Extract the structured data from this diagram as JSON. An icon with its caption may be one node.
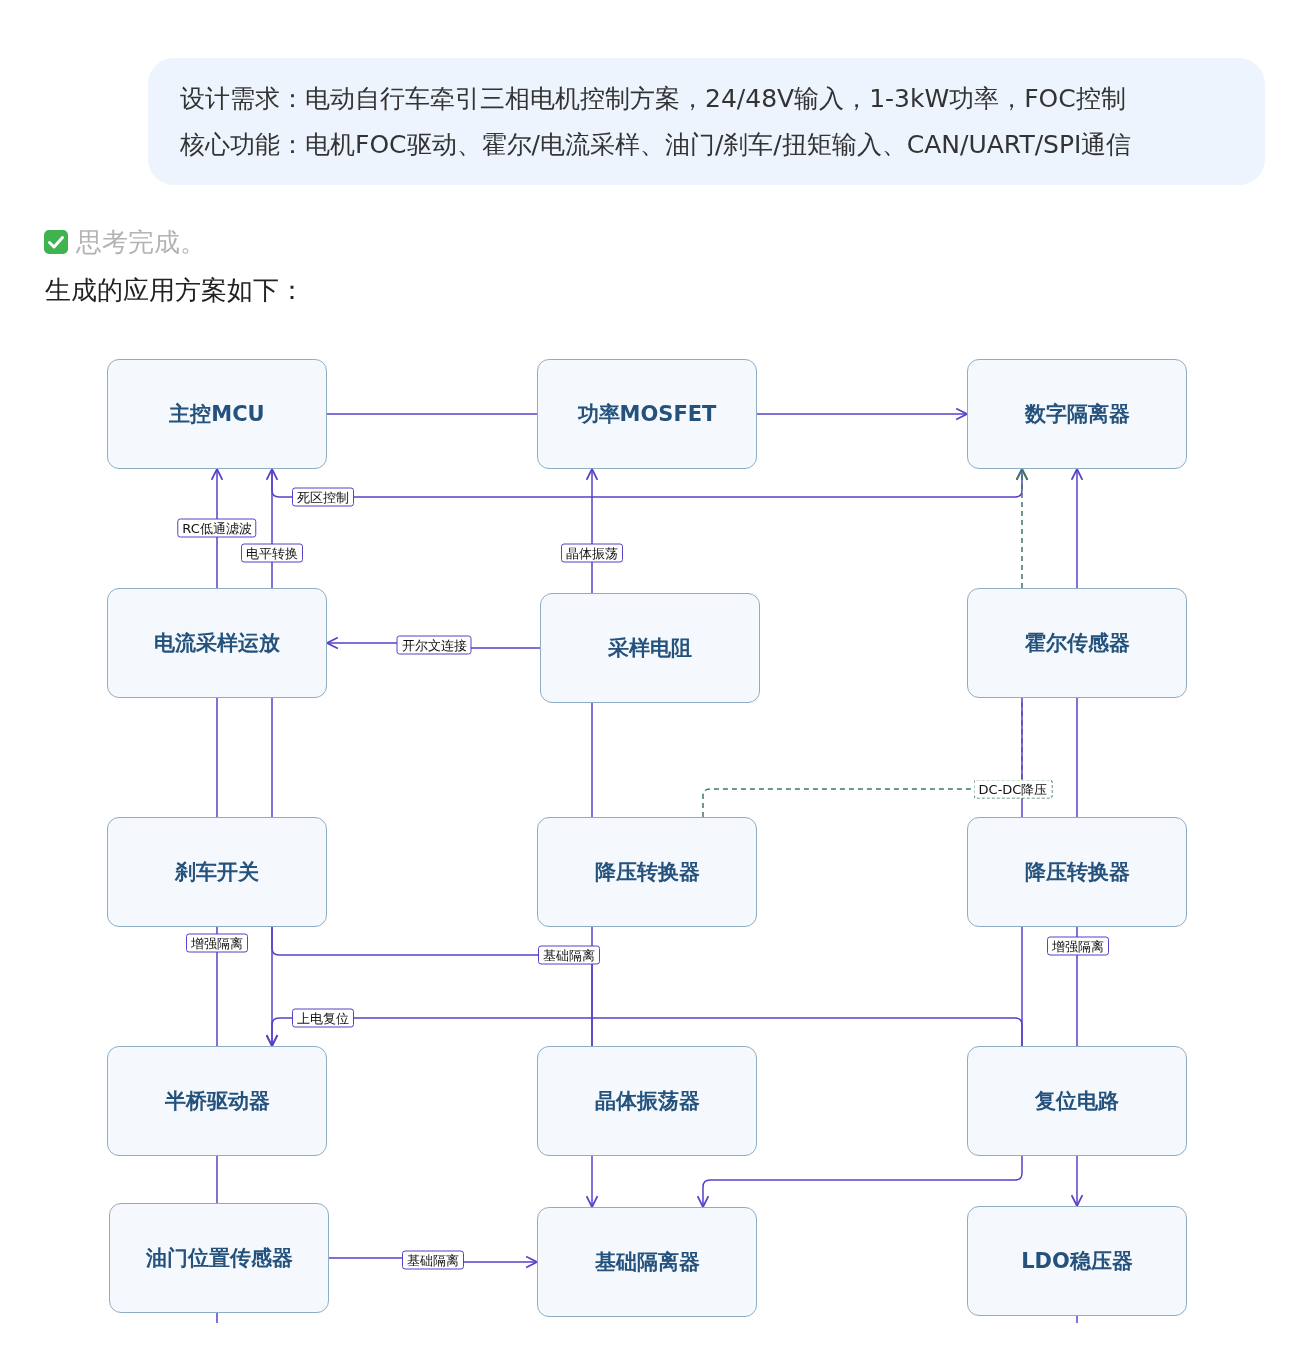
{
  "diagram": {
    "nodes": [
      {
        "text": [
          "设计需求：电动自行车牵引三相电机控制方案，24/48V输入，1-3kW功率，FOC控制",
          "核心功能：电机FOC驱动、霍尔/电流采样、油门/刹车/扭矩输入、CAN/UART/SPI通信"
        ]
      },
      {
        "text": [
          "主控MCU"
        ]
      },
      {
        "text": [
          "功率MOSFET"
        ]
      },
      {
        "text": [
          "数字隔离器"
        ]
      },
      {
        "text": [
          "电流采样运放"
        ]
      },
      {
        "text": [
          "采样电阻"
        ]
      },
      {
        "text": [
          "霍尔传感器"
        ]
      },
      {
        "text": [
          "刹车开关"
        ]
      },
      {
        "text": [
          "降压转换器"
        ]
      },
      {
        "text": [
          "降压转换器"
        ]
      },
      {
        "text": [
          "半桥驱动器"
        ]
      },
      {
        "text": [
          "晶体振荡器"
        ]
      },
      {
        "text": [
          "复位电路"
        ]
      },
      {
        "text": [
          "油门位置传感器"
        ]
      },
      {
        "text": [
          "基础隔离器"
        ]
      },
      {
        "text": [
          "LDO稳压器"
        ]
      }
    ],
    "edges": [
      {
        "from": 1,
        "to": 2,
        "arrow": "none"
      },
      {
        "from": 2,
        "to": 3,
        "arrow": "to"
      },
      {
        "from": 4,
        "to": 1,
        "arrow": "to",
        "label": "RC低通滤波"
      },
      {
        "from": 4,
        "to": 1,
        "arrow": "to",
        "label": "电平转换"
      },
      {
        "from": 1,
        "to": 3,
        "arrow": "to",
        "label": "死区控制"
      },
      {
        "from": 5,
        "to": 2,
        "arrow": "to",
        "label": "晶体振荡"
      },
      {
        "from": 5,
        "to": 4,
        "arrow": "to",
        "label": "开尔文连接"
      },
      {
        "from": 6,
        "to": 3,
        "arrow": "to"
      },
      {
        "from": 8,
        "to": 6,
        "arrow": "none",
        "label": "DC-DC降压",
        "style": "dashed",
        "color": "#3f7a5c"
      },
      {
        "from": 4,
        "to": 7,
        "arrow": "none"
      },
      {
        "from": 4,
        "to": 7,
        "arrow": "none"
      },
      {
        "from": 5,
        "to": 8,
        "arrow": "none"
      },
      {
        "from": 6,
        "to": 9,
        "arrow": "none"
      },
      {
        "from": 6,
        "to": 9,
        "arrow": "none"
      },
      {
        "from": 7,
        "to": 10,
        "arrow": "none",
        "label": "增强隔离"
      },
      {
        "from": 7,
        "to": 10,
        "arrow": "to"
      },
      {
        "from": 7,
        "to": 11,
        "arrow": "none",
        "label": "基础隔离"
      },
      {
        "from": 8,
        "to": 11,
        "arrow": "none"
      },
      {
        "from": 9,
        "to": 12,
        "arrow": "none"
      },
      {
        "from": 9,
        "to": 12,
        "arrow": "none",
        "label": "增强隔离"
      },
      {
        "from": 12,
        "to": 10,
        "arrow": "to",
        "label": "上电复位"
      },
      {
        "from": 10,
        "to": 13,
        "arrow": "none"
      },
      {
        "from": 11,
        "to": 14,
        "arrow": "to"
      },
      {
        "from": 12,
        "to": 14,
        "arrow": "to"
      },
      {
        "from": 12,
        "to": 15,
        "arrow": "to"
      },
      {
        "from": 13,
        "to": 14,
        "arrow": "to",
        "label": "基础隔离"
      },
      {
        "from": 13,
        "to": null,
        "arrow": "none"
      },
      {
        "from": 15,
        "to": null,
        "arrow": "none"
      },
      {
        "from": 6,
        "to": 3,
        "arrow": "to",
        "style": "dashed",
        "color": "#3f7a5c"
      }
    ],
    "labels": [
      "思考完成。",
      "生成的应用方案如下："
    ]
  }
}
